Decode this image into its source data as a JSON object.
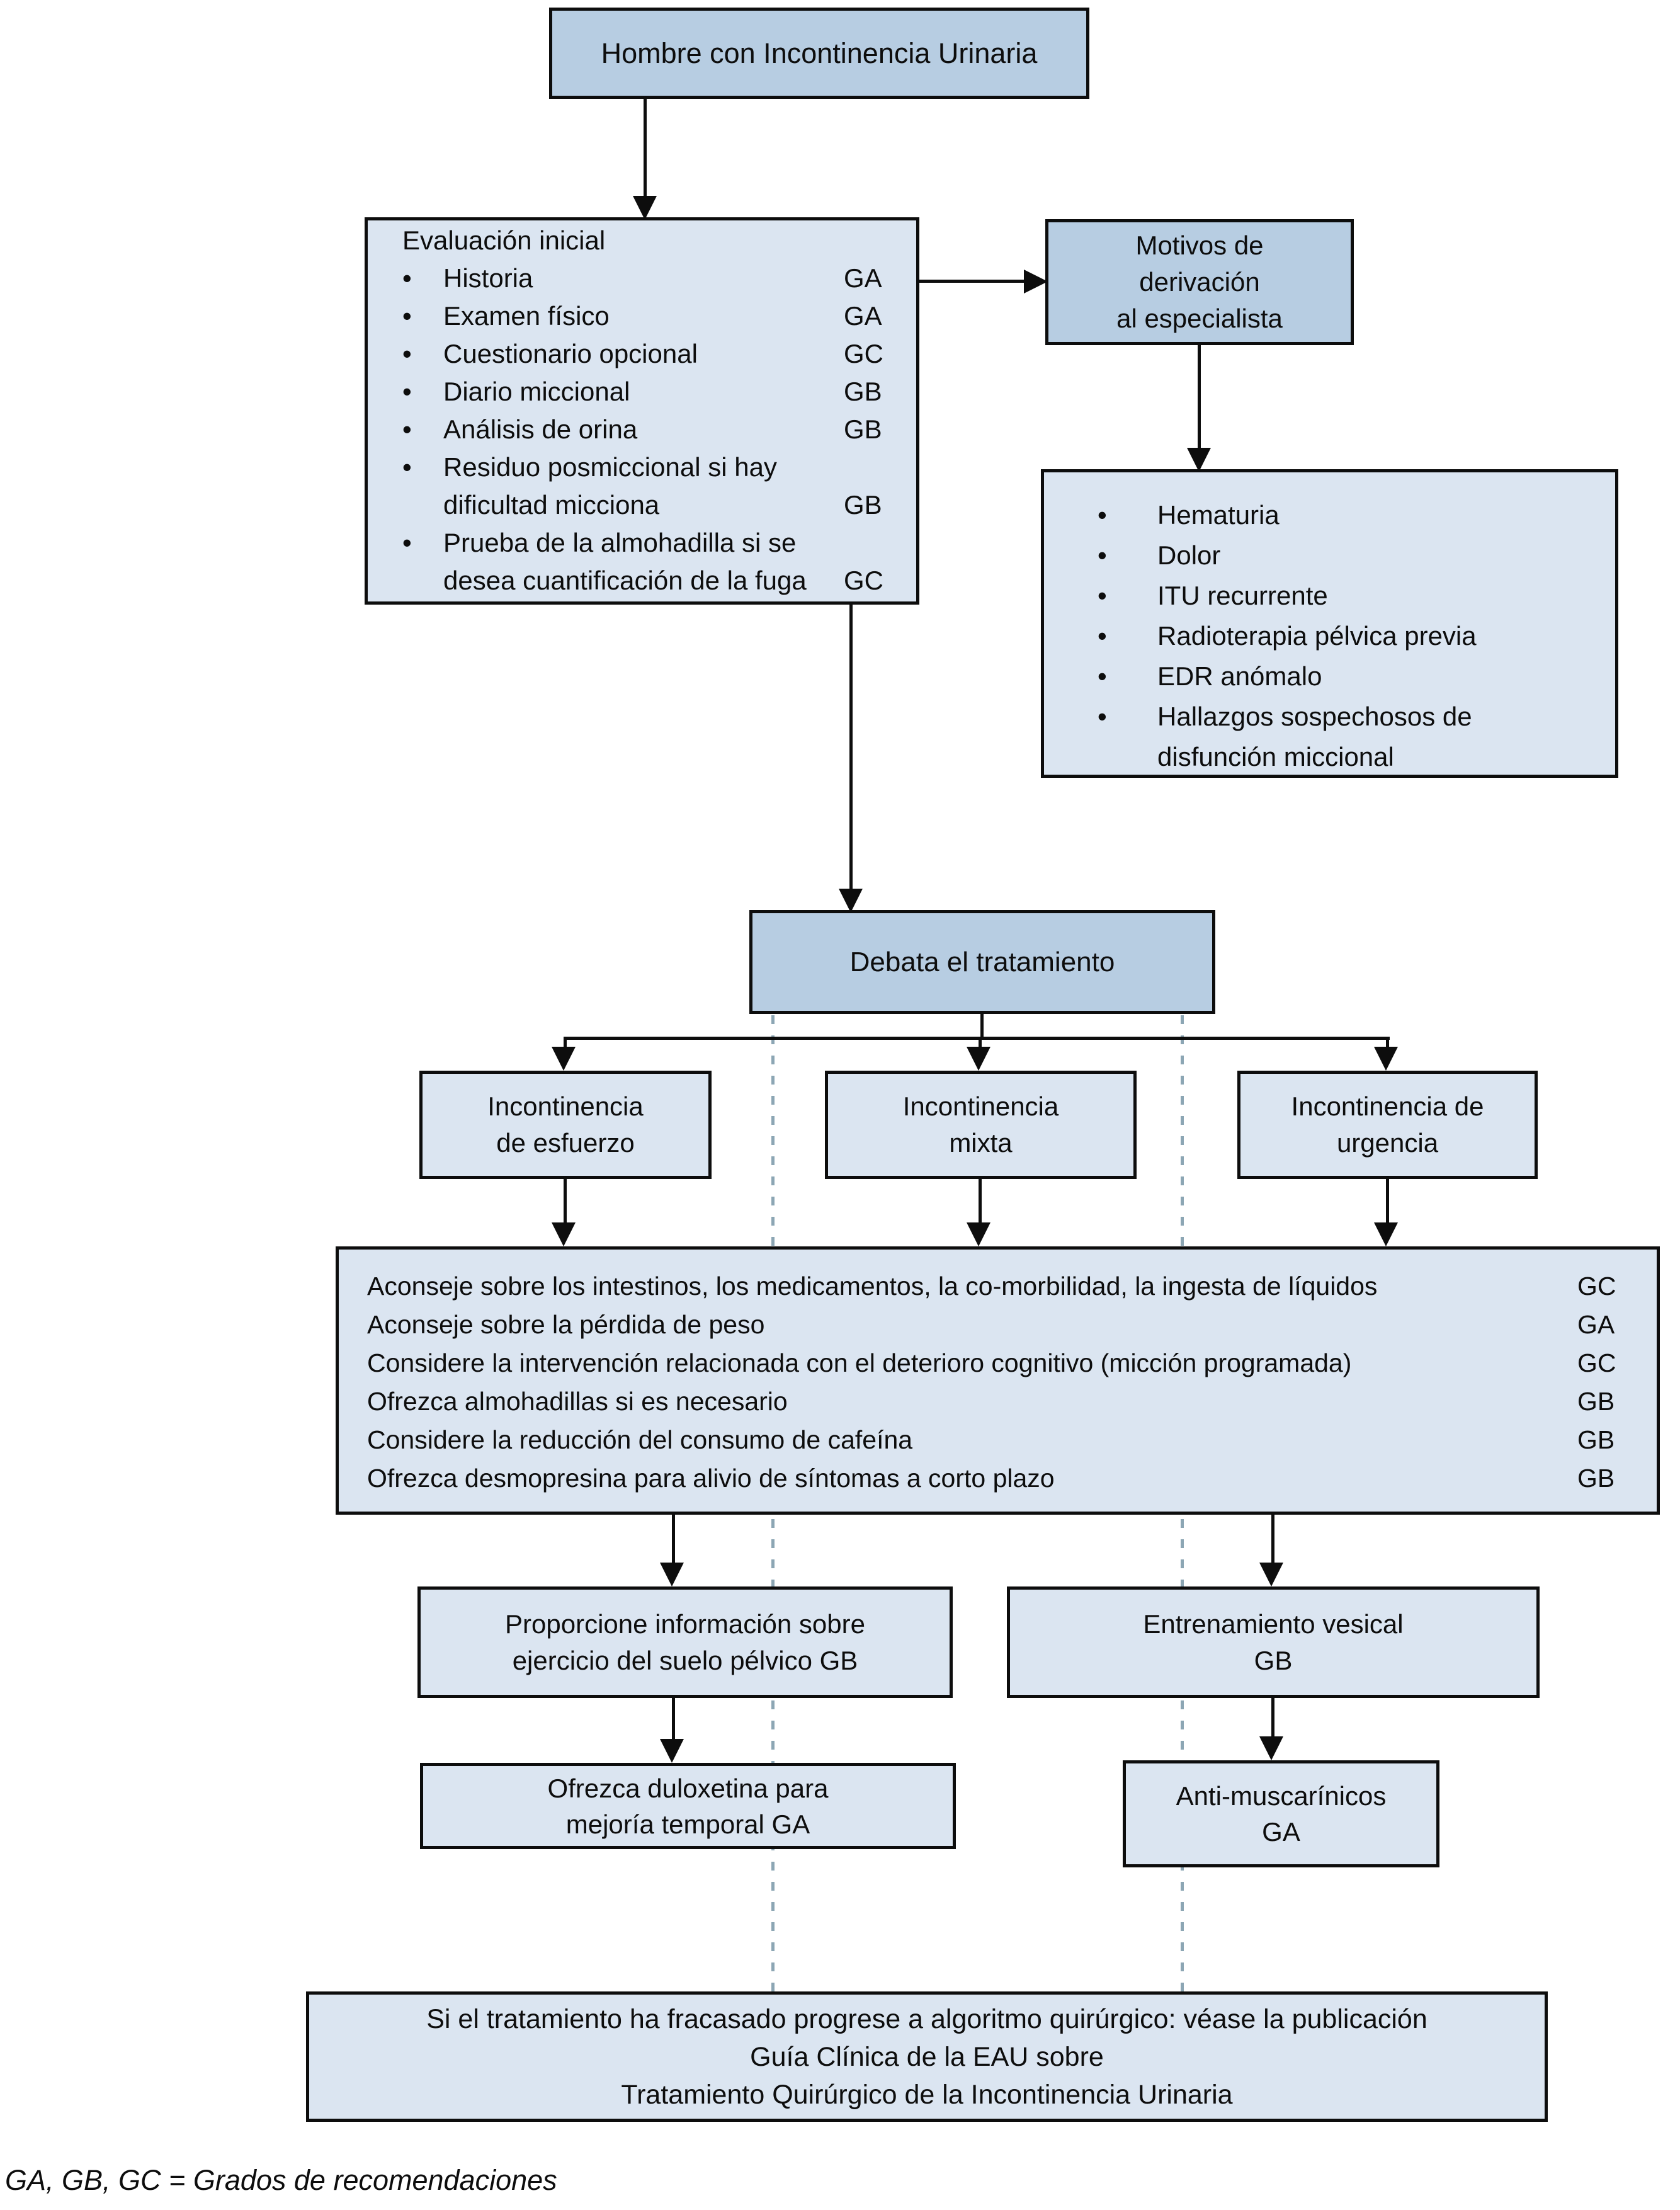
{
  "glyphs": {
    "bullet": "•"
  },
  "colors": {
    "node_dark": "#b7cde2",
    "node_light": "#dbe5f1",
    "line": "#0d0d0d",
    "dashed_line": "#8ca6b4"
  },
  "nodes": {
    "start": {
      "label": "Hombre con Incontinencia Urinaria"
    },
    "initial_eval": {
      "title": "Evaluación inicial",
      "items": [
        {
          "text": "Historia",
          "text2": "",
          "grade": "GA"
        },
        {
          "text": "Examen físico",
          "text2": "",
          "grade": "GA"
        },
        {
          "text": "Cuestionario opcional",
          "text2": "",
          "grade": "GC"
        },
        {
          "text": "Diario miccional",
          "text2": "",
          "grade": "GB"
        },
        {
          "text": "Análisis de orina",
          "text2": "",
          "grade": "GB"
        },
        {
          "text": "Residuo posmiccional si hay",
          "text2": "dificultad micciona",
          "grade": "GB"
        },
        {
          "text": "Prueba de la almohadilla si se",
          "text2": "desea cuantificación de la fuga",
          "grade": "GC"
        }
      ]
    },
    "referral": {
      "line1": "Motivos de",
      "line2": "derivación",
      "line3": "al especialista"
    },
    "referral_reasons": {
      "items": [
        {
          "text": "Hematuria",
          "text2": ""
        },
        {
          "text": "Dolor",
          "text2": ""
        },
        {
          "text": "ITU recurrente",
          "text2": ""
        },
        {
          "text": "Radioterapia pélvica previa",
          "text2": ""
        },
        {
          "text": "EDR anómalo",
          "text2": ""
        },
        {
          "text": "Hallazgos sospechosos de",
          "text2": "disfunción miccional"
        }
      ]
    },
    "discuss": {
      "label": "Debata el tratamiento"
    },
    "stress": {
      "line1": "Incontinencia",
      "line2": "de esfuerzo"
    },
    "mixed": {
      "line1": "Incontinencia",
      "line2": "mixta"
    },
    "urgency": {
      "line1": "Incontinencia de",
      "line2": "urgencia"
    },
    "advice": {
      "rows": [
        {
          "text": "Aconseje sobre los intestinos, los medicamentos, la co-morbilidad, la ingesta de líquidos",
          "grade": "GC"
        },
        {
          "text": "Aconseje sobre la pérdida de peso",
          "grade": "GA"
        },
        {
          "text": "Considere la intervención relacionada con el deterioro cognitivo (micción programada)",
          "grade": "GC"
        },
        {
          "text": "Ofrezca almohadillas si es necesario",
          "grade": "GB"
        },
        {
          "text": "Considere la reducción del consumo de cafeína",
          "grade": "GB"
        },
        {
          "text": "Ofrezca desmopresina para alivio de síntomas a corto plazo",
          "grade": "GB"
        }
      ]
    },
    "pelvic_floor": {
      "line1": "Proporcione información sobre",
      "line2": "ejercicio del suelo pélvico GB"
    },
    "bladder_training": {
      "line1": "Entrenamiento vesical",
      "line2": "GB"
    },
    "duloxetine": {
      "line1": "Ofrezca duloxetina para",
      "line2": "mejoría temporal GA"
    },
    "antimuscarinic": {
      "line1": "Anti-muscarínicos",
      "line2": "GA"
    },
    "surgical_note": {
      "lines": [
        "Si el tratamiento ha fracasado progrese a algoritmo quirúrgico: véase la publicación",
        "Guía Clínica de la EAU sobre",
        "Tratamiento Quirúrgico de la Incontinencia Urinaria"
      ]
    }
  },
  "footnote": "GA, GB, GC = Grados de recomendaciones"
}
